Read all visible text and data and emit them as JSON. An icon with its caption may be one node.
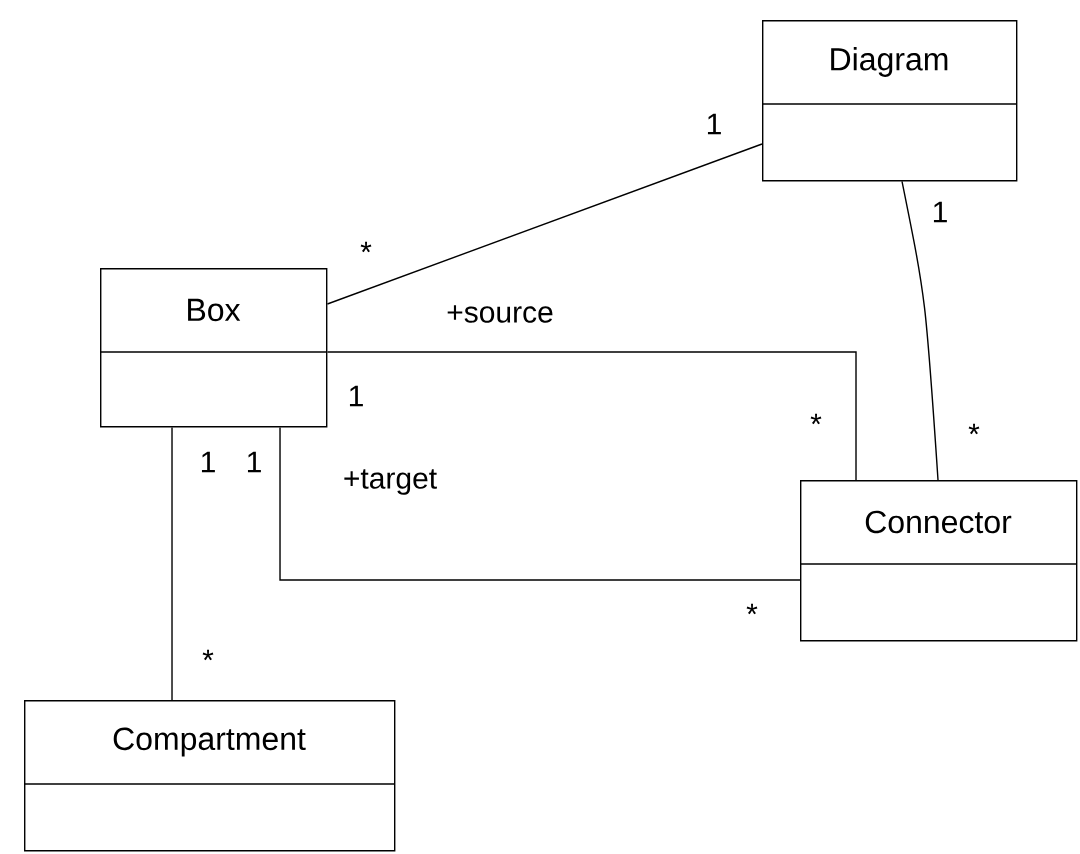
{
  "diagram": {
    "nodes": [
      {
        "text": [
          "Diagram"
        ]
      },
      {
        "text": [
          "Box"
        ]
      },
      {
        "text": [
          "Connector"
        ]
      },
      {
        "text": [
          "Compartment"
        ]
      }
    ],
    "edges": [
      {
        "from": 0,
        "to": 1,
        "arrow": "none"
      },
      {
        "from": 0,
        "to": 2,
        "arrow": "none"
      },
      {
        "from": 1,
        "to": 2,
        "arrow": "none",
        "label": "+source"
      },
      {
        "from": 1,
        "to": 2,
        "arrow": "none",
        "label": "+target"
      },
      {
        "from": 1,
        "to": 3,
        "arrow": "none"
      }
    ],
    "labels": [
      "1",
      "1",
      "*",
      "1",
      "*",
      "*",
      "1",
      "1",
      "*",
      "*"
    ]
  }
}
